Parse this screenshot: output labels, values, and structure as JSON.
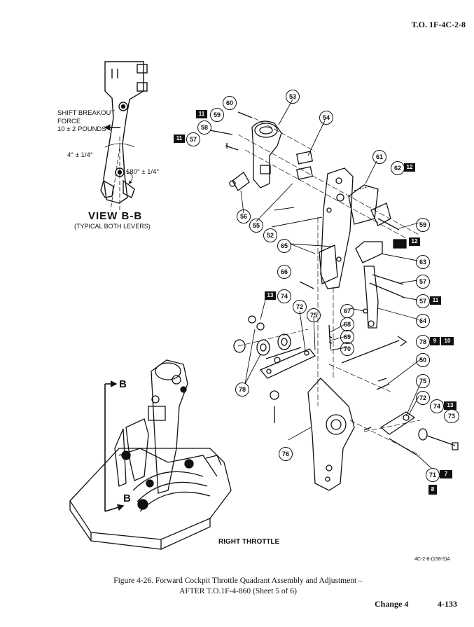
{
  "header": {
    "doc_number": "T.O. 1F-4C-2-8"
  },
  "view_bb": {
    "shift_label_lines": [
      "SHIFT BREAKOUT",
      "FORCE",
      "10 ± 2 POUNDS"
    ],
    "angle_4": "4° ± 1/4°",
    "angle_180": "180° ± 1/4°",
    "title": "VIEW B-B",
    "subtitle": "(TYPICAL BOTH LEVERS)"
  },
  "callouts": {
    "c50": "50",
    "c52": "52",
    "c53": "53",
    "c54": "54",
    "c55": "55",
    "c56": "56",
    "c57a": "57",
    "c57b": "57",
    "c57c": "57",
    "c58": "58",
    "c59a": "59",
    "c59b": "59",
    "c60": "60",
    "c61": "61",
    "c62": "62",
    "c63": "63",
    "c64": "64",
    "c65": "65",
    "c66": "66",
    "c67": "67",
    "c68": "68",
    "c69": "69",
    "c70": "70",
    "c71": "71",
    "c72a": "72",
    "c72b": "72",
    "c73": "73",
    "c74a": "74",
    "c74b": "74",
    "c75a": "75",
    "c75b": "75",
    "c76": "76",
    "c78a": "78",
    "c78b": "78"
  },
  "note_flags": {
    "f11a": "11",
    "f11b": "11",
    "f11c": "11",
    "f12a": "12",
    "f12b": "12",
    "f13a": "13",
    "f13b": "13",
    "f9": "9",
    "f10": "10",
    "f7": "7",
    "f8": "8"
  },
  "section_marks": {
    "b_top": "B",
    "b_bottom": "B"
  },
  "right_throttle_label": "RIGHT THROTTLE",
  "drawing_id": "4C-2-8-(158-5)A",
  "figure_caption": {
    "line1": "Figure 4-26. Forward Cockpit Throttle Quadrant Assembly and Adjustment –",
    "line2": "AFTER  T.O.1F-4-860 (Sheet 5 of 6)"
  },
  "footer": {
    "change": "Change 4",
    "page": "4-133"
  }
}
